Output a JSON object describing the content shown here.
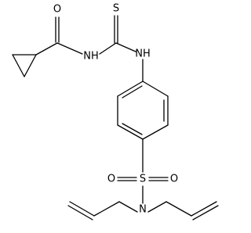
{
  "structure": {
    "atoms": {
      "O_carbonyl": "O",
      "S_thio": "S",
      "NH_amide": "NH",
      "NH_aryl": "NH",
      "S_sulfonyl": "S",
      "O_sulfonyl_left": "O",
      "O_sulfonyl_right": "O",
      "N_sulfonamide": "N"
    }
  },
  "colors": {
    "ink": "#000000",
    "background": "#ffffff"
  }
}
